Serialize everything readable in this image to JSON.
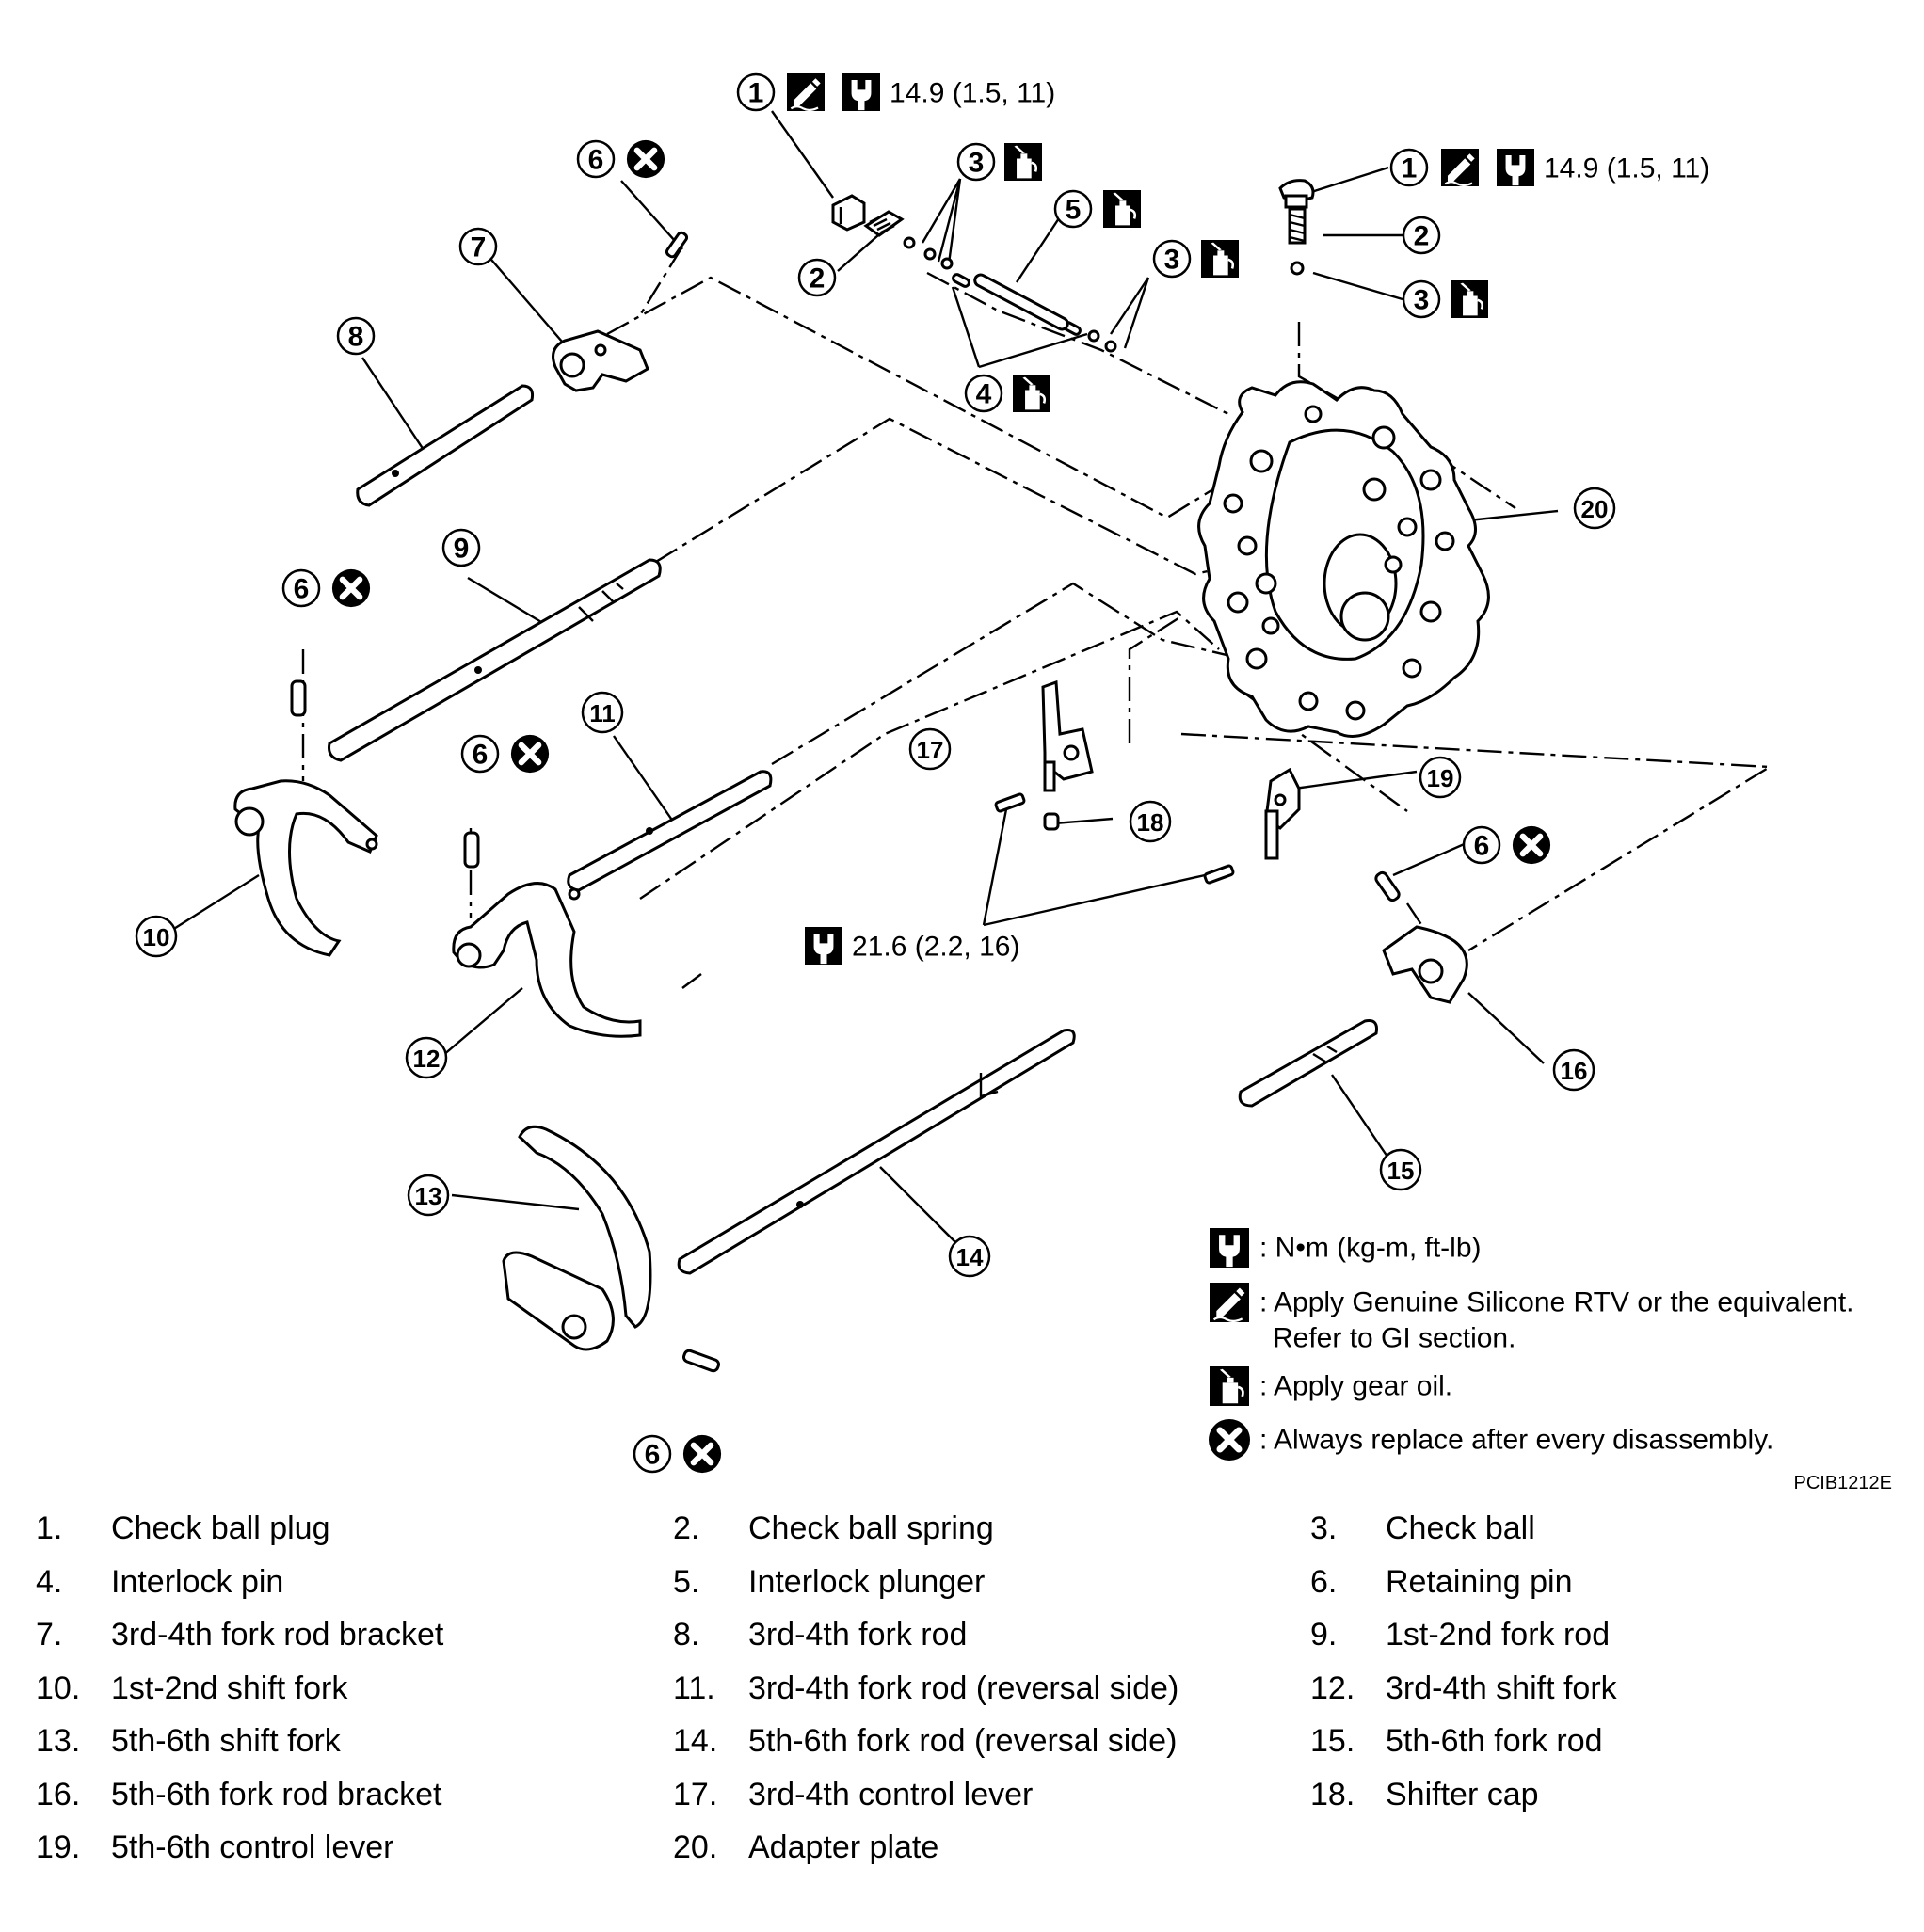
{
  "callouts": [
    "1",
    "2",
    "3",
    "4",
    "5",
    "6",
    "7",
    "8",
    "9",
    "10",
    "11",
    "12",
    "13",
    "14",
    "15",
    "16",
    "17",
    "18",
    "19",
    "20"
  ],
  "torque": {
    "plug": "14.9  (1.5,  11)",
    "bolt": "21.6  (2.2,  16)"
  },
  "legend": {
    "torque": ": N•m (kg-m, ft-lb)",
    "sealant_line1": ": Apply Genuine Silicone RTV or the equivalent.",
    "sealant_line2": "Refer to GI section.",
    "oil": ": Apply gear oil.",
    "replace": ": Always replace after every disassembly."
  },
  "icons": [
    "torque-wrench-icon",
    "sealant-icon",
    "oil-can-icon",
    "replace-x-icon"
  ],
  "figure_code": "PCIB1212E",
  "parts": [
    {
      "num": "1.",
      "name": "Check ball plug"
    },
    {
      "num": "2.",
      "name": "Check ball spring"
    },
    {
      "num": "3.",
      "name": "Check ball"
    },
    {
      "num": "4.",
      "name": "Interlock pin"
    },
    {
      "num": "5.",
      "name": "Interlock plunger"
    },
    {
      "num": "6.",
      "name": "Retaining pin"
    },
    {
      "num": "7.",
      "name": "3rd-4th fork rod bracket"
    },
    {
      "num": "8.",
      "name": "3rd-4th fork rod"
    },
    {
      "num": "9.",
      "name": "1st-2nd fork rod"
    },
    {
      "num": "10.",
      "name": "1st-2nd shift fork"
    },
    {
      "num": "11.",
      "name": "3rd-4th fork rod (reversal side)"
    },
    {
      "num": "12.",
      "name": "3rd-4th shift fork"
    },
    {
      "num": "13.",
      "name": "5th-6th shift fork"
    },
    {
      "num": "14.",
      "name": "5th-6th fork rod (reversal side)"
    },
    {
      "num": "15.",
      "name": "5th-6th fork rod"
    },
    {
      "num": "16.",
      "name": "5th-6th fork rod bracket"
    },
    {
      "num": "17.",
      "name": "3rd-4th control lever"
    },
    {
      "num": "18.",
      "name": "Shifter cap"
    },
    {
      "num": "19.",
      "name": "5th-6th control lever"
    },
    {
      "num": "20.",
      "name": "Adapter plate"
    }
  ]
}
